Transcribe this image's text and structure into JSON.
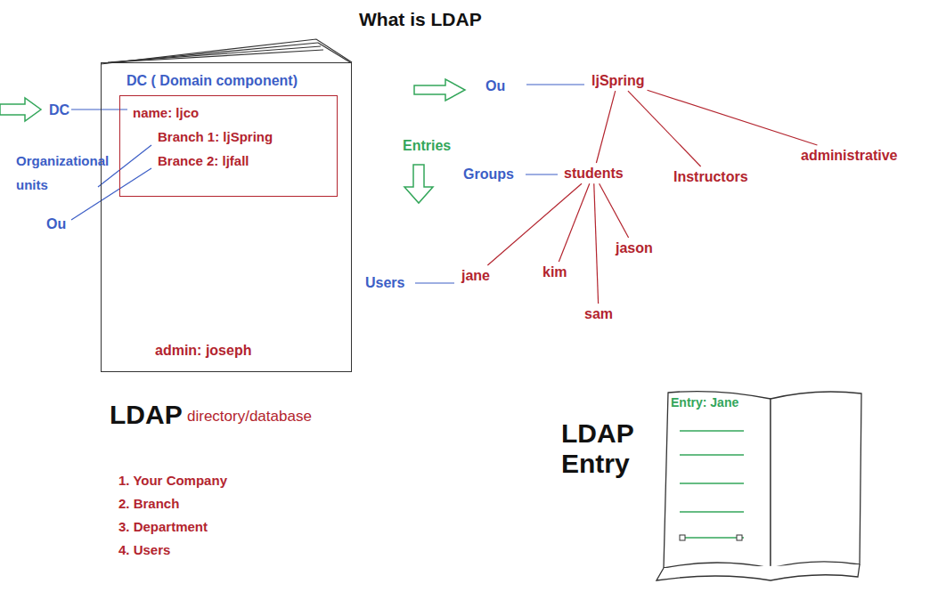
{
  "diagram": {
    "title": "What is LDAP",
    "nodes": [
      {
        "text": [
          "DC ( Domain component)",
          "admin: joseph"
        ]
      },
      {
        "text": [
          "name: ljco",
          "Branch 1: ljSpring",
          "Brance 2: ljfall"
        ],
        "in": 0
      },
      {
        "text": [
          "ljSpring"
        ]
      },
      {
        "text": [
          "students"
        ]
      },
      {
        "text": [
          "Instructors"
        ]
      },
      {
        "text": [
          "administrative"
        ]
      },
      {
        "text": [
          "jason"
        ]
      },
      {
        "text": [
          "jane"
        ]
      },
      {
        "text": [
          "kim"
        ]
      },
      {
        "text": [
          "sam"
        ]
      },
      {
        "text": [
          "Entry: Jane"
        ]
      }
    ],
    "edges": [
      {
        "from": 2,
        "to": 3,
        "arrow": "none"
      },
      {
        "from": 2,
        "to": 4,
        "arrow": "none"
      },
      {
        "from": 2,
        "to": 5,
        "arrow": "none"
      },
      {
        "from": 3,
        "to": 7,
        "arrow": "none"
      },
      {
        "from": 3,
        "to": 8,
        "arrow": "none"
      },
      {
        "from": 3,
        "to": 9,
        "arrow": "none"
      },
      {
        "from": 3,
        "to": 6,
        "arrow": "none"
      }
    ],
    "labels": [
      "DC",
      "Organizational units",
      "Ou",
      "Ou",
      "Entries",
      "Groups",
      "Users",
      "LDAP",
      "directory/database",
      "1. Your Company",
      "2. Branch",
      "3. Department",
      "4. Users",
      "LDAP Entry"
    ]
  }
}
